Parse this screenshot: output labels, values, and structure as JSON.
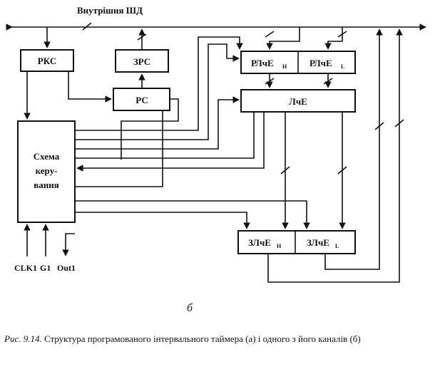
{
  "diagram": {
    "bus_label": "Внутрішня ШД",
    "blocks": {
      "rks": "РКС",
      "zrs": "ЗРС",
      "rs": "РС",
      "rlce_h_main": "РЛчЕ",
      "rlce_h_sub": "Н",
      "rlce_l_main": "РЛчЕ",
      "rlce_l_sub": "L",
      "lce": "ЛчЕ",
      "control_line1": "Схема",
      "control_line2": "керу-",
      "control_line3": "вання",
      "zlce_h_main": "ЗЛчЕ",
      "zlce_h_sub": "Н",
      "zlce_l_main": "ЗЛчЕ",
      "zlce_l_sub": "L"
    },
    "pins": [
      "CLK1",
      "G1",
      "Out1"
    ],
    "sub_label": "б"
  },
  "caption": {
    "prefix": "Рис. 9.14.",
    "text": " Структура програмованого інтервального таймера (а) і одного з його каналів (б)"
  }
}
